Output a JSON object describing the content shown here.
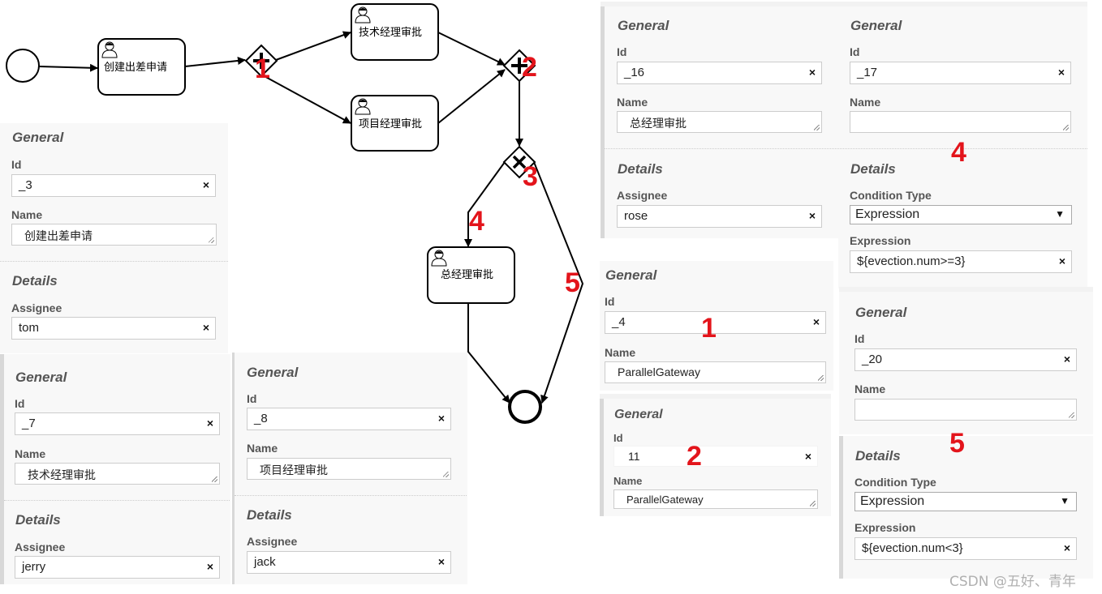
{
  "diagram": {
    "tasks": [
      {
        "id": "create",
        "label": "创建出差申请"
      },
      {
        "id": "tech",
        "label": "技术经理审批"
      },
      {
        "id": "project",
        "label": "项目经理审批"
      },
      {
        "id": "general",
        "label": "总经理审批"
      }
    ],
    "markers": [
      "1",
      "2",
      "3",
      "4",
      "5"
    ],
    "panel_markers": [
      "4",
      "1",
      "2",
      "5"
    ]
  },
  "panels": {
    "create": {
      "general": "General",
      "id_label": "Id",
      "id": "_3",
      "name_label": "Name",
      "name": "创建出差申请",
      "details": "Details",
      "assignee_label": "Assignee",
      "assignee": "tom"
    },
    "tech": {
      "general": "General",
      "id_label": "Id",
      "id": "_7",
      "name_label": "Name",
      "name": "技术经理审批",
      "details": "Details",
      "assignee_label": "Assignee",
      "assignee": "jerry"
    },
    "project": {
      "general": "General",
      "id_label": "Id",
      "id": "_8",
      "name_label": "Name",
      "name": "项目经理审批",
      "details": "Details",
      "assignee_label": "Assignee",
      "assignee": "jack"
    },
    "gm": {
      "general": "General",
      "id_label": "Id",
      "id": "_16",
      "name_label": "Name",
      "name": "总经理审批",
      "details": "Details",
      "assignee_label": "Assignee",
      "assignee": "rose"
    },
    "flow17": {
      "general": "General",
      "id_label": "Id",
      "id": "_17",
      "name_label": "Name",
      "name": "",
      "details": "Details",
      "cond_label": "Condition Type",
      "cond": "Expression",
      "expr_label": "Expression",
      "expr": "${evection.num>=3}"
    },
    "gw1": {
      "general": "General",
      "id_label": "Id",
      "id": "_4",
      "name_label": "Name",
      "name": "ParallelGateway"
    },
    "gw2": {
      "general": "General",
      "id_label": "Id",
      "id": "11",
      "name_label": "Name",
      "name": "ParallelGateway"
    },
    "flow20": {
      "general": "General",
      "id_label": "Id",
      "id": "_20",
      "name_label": "Name",
      "name": "",
      "details": "Details",
      "cond_label": "Condition Type",
      "cond": "Expression",
      "expr_label": "Expression",
      "expr": "${evection.num<3}"
    }
  },
  "icons": {
    "clear": "×",
    "dropdown": "▼"
  },
  "watermark": "CSDN @五好、青年"
}
